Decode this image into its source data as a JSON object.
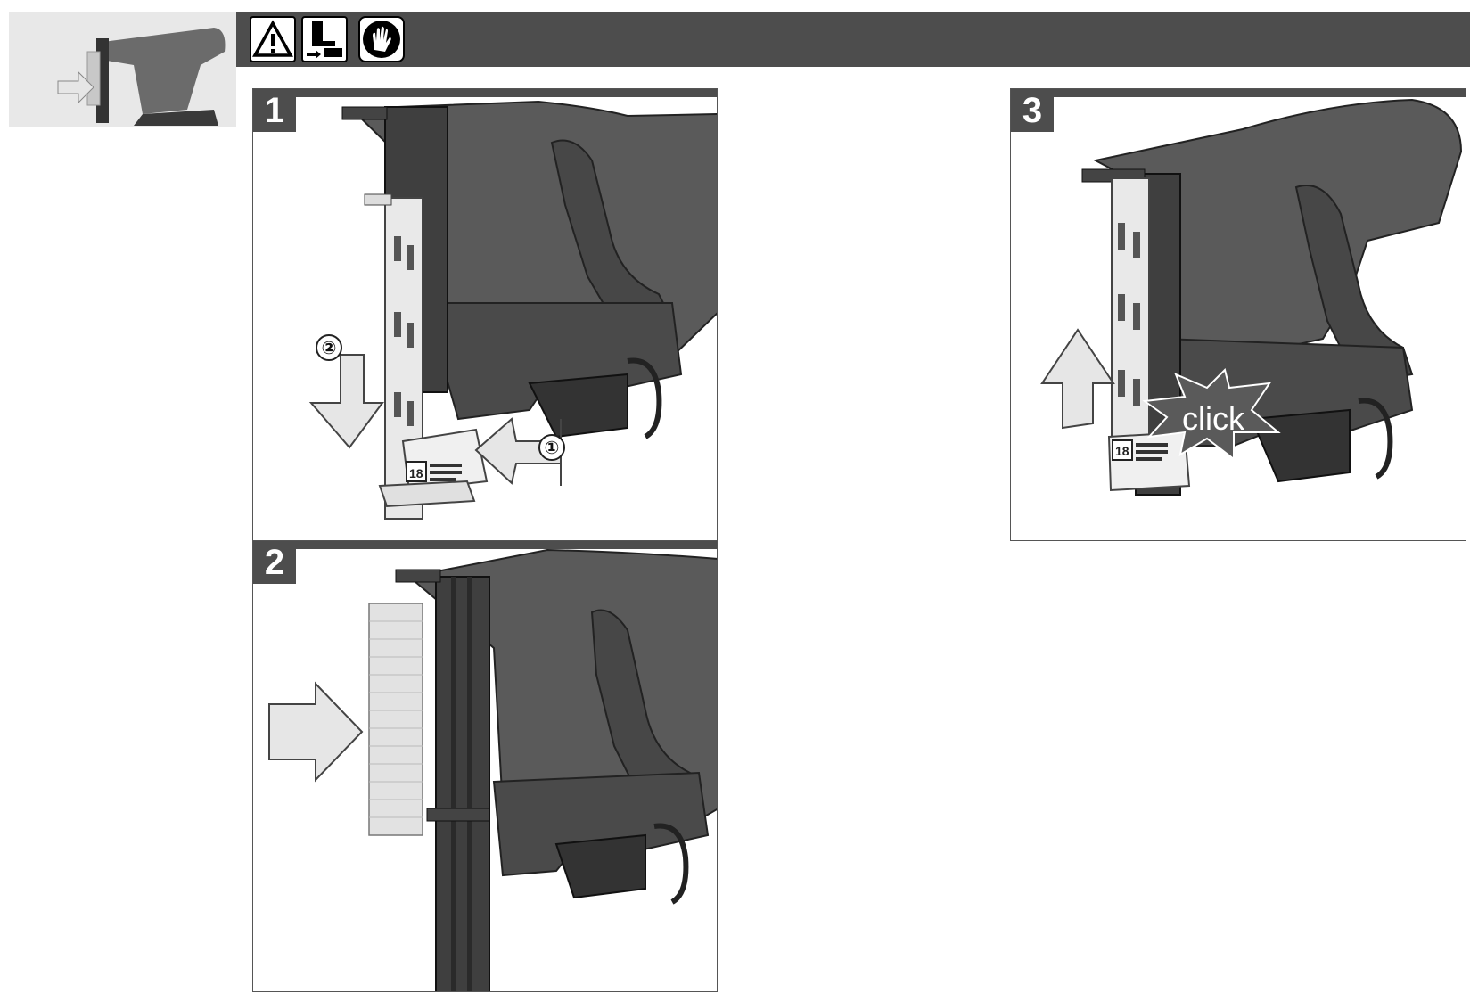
{
  "header": {
    "symbols": [
      "warning-icon",
      "remove-battery-icon",
      "wear-gloves-icon"
    ]
  },
  "steps": [
    {
      "number": "1",
      "callouts": [
        "②",
        "①"
      ]
    },
    {
      "number": "2"
    },
    {
      "number": "3",
      "click_label": "click"
    }
  ],
  "magazine_label": {
    "size": "18"
  },
  "colors": {
    "header": "#4d4d4d",
    "tool_body": "#5a5a5a",
    "arrow_fill": "#e6e6e6"
  }
}
